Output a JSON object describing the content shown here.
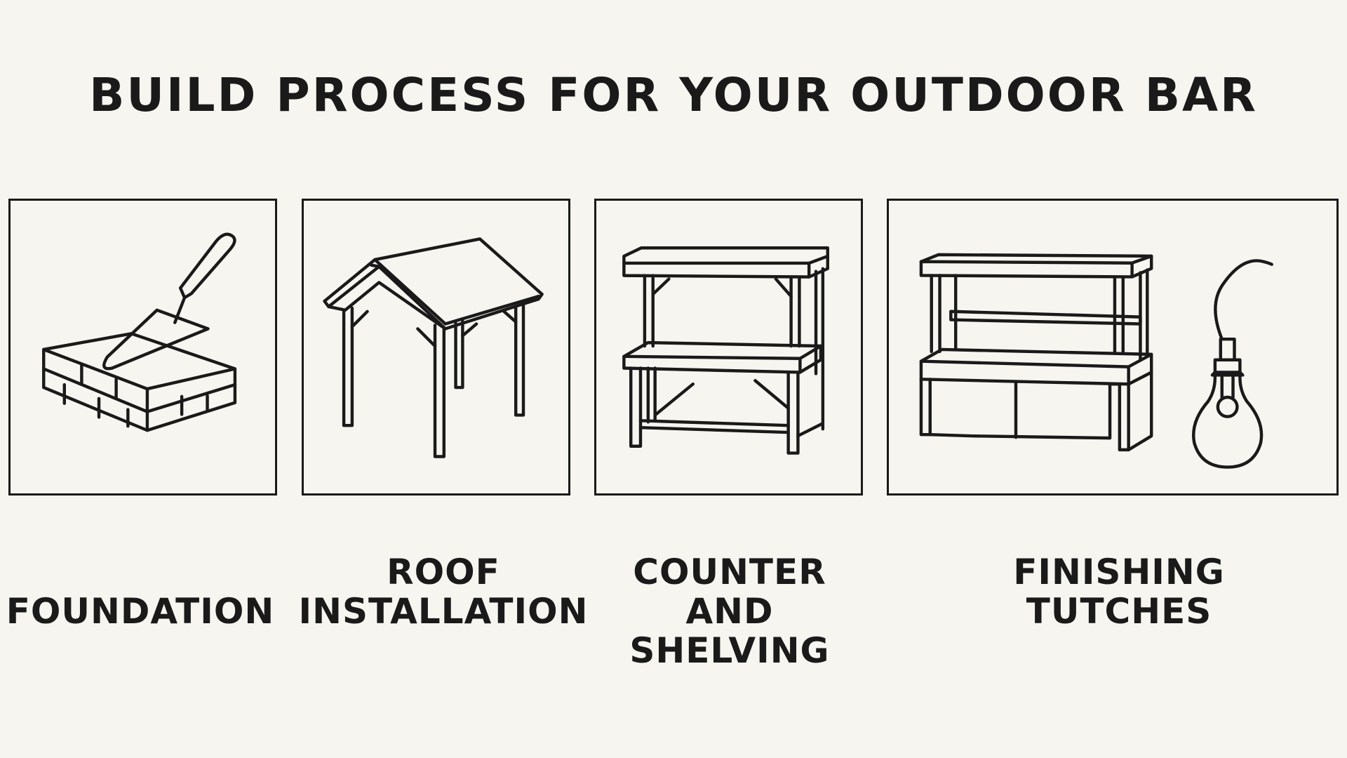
{
  "title": "BUILD PROCESS FOR YOUR OUTDOOR BAR",
  "steps": [
    {
      "icon": "brick-trowel-icon",
      "lines": [
        "FOUNDATION"
      ]
    },
    {
      "icon": "gable-roof-icon",
      "lines": [
        "ROOF",
        "INSTALLATION"
      ]
    },
    {
      "icon": "counter-shelf-icon",
      "lines": [
        "COUNTER",
        "AND",
        "SHELVING"
      ]
    },
    {
      "icon": "bar-and-bulb-icon",
      "lines": [
        "FINISHING",
        "TUTCHES"
      ]
    }
  ],
  "colors": {
    "background": "#f7f5f0",
    "ink": "#1a1a1a"
  }
}
